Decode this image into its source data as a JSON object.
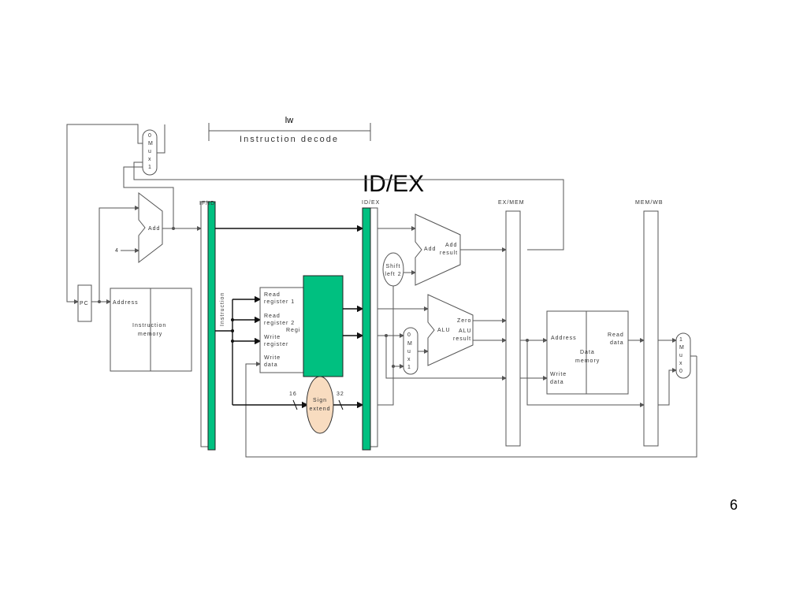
{
  "instruction": "lw",
  "stage_label": "Instruction decode",
  "title": "ID/EX",
  "page_number": "6",
  "pipeline_registers": {
    "if_id": "IF/ID",
    "id_ex": "ID/EX",
    "ex_mem": "EX/MEM",
    "mem_wb": "MEM/WB"
  },
  "units": {
    "pc": "PC",
    "add": "Add",
    "four": "4",
    "instr_mem_address": "Address",
    "instr_mem_line1": "Instruction",
    "instr_mem_line2": "memory",
    "instruction_bus": "Instruction",
    "read_register_1_a": "Read",
    "read_register_1_b": "register 1",
    "read_register_2_a": "Read",
    "read_register_2_b": "register 2",
    "write_register_a": "Write",
    "write_register_b": "register",
    "write_data_a": "Write",
    "write_data_b": "data",
    "registers_partial": "Regi",
    "sign_extend_a": "Sign",
    "sign_extend_b": "extend",
    "width_in": "16",
    "width_out": "32",
    "shift_left_a": "Shift",
    "shift_left_b": "left 2",
    "add_result_add": "Add",
    "add_result_a": "Add",
    "add_result_b": "result",
    "alu": "ALU",
    "zero": "Zero",
    "alu_result_a": "ALU",
    "alu_result_b": "result",
    "data_mem_address": "Address",
    "read_data_a": "Read",
    "read_data_b": "data",
    "data_mem_line1": "Data",
    "data_mem_line2": "memory",
    "data_write_a": "Write",
    "data_write_b": "data"
  },
  "muxes": {
    "pc_mux": [
      "0",
      "M",
      "u",
      "x",
      "1"
    ],
    "alu_mux": [
      "0",
      "M",
      "u",
      "x",
      "1"
    ],
    "wb_mux": [
      "1",
      "M",
      "u",
      "x",
      "0"
    ]
  },
  "colors": {
    "highlight_register": "#00c080",
    "register_file_highlight": "#00c080",
    "sign_extend_fill": "#f8dcc0",
    "stage_label": "#e07000",
    "wire": "#555555"
  }
}
